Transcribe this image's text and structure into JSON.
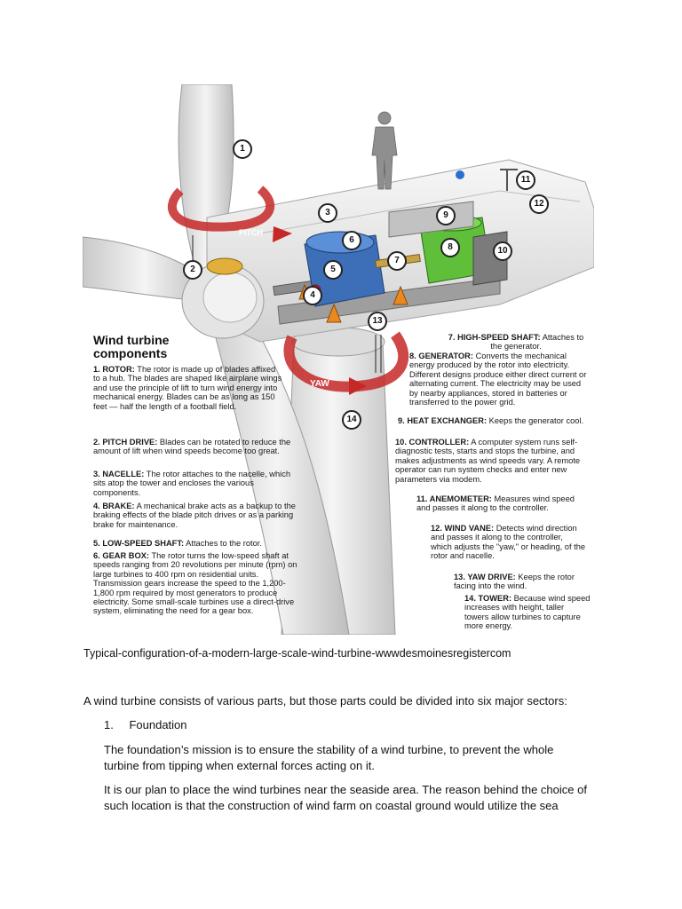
{
  "figure": {
    "header": "Wind turbine components",
    "badges": [
      "1",
      "2",
      "3",
      "4",
      "5",
      "6",
      "7",
      "8",
      "9",
      "10",
      "11",
      "12",
      "13",
      "14"
    ],
    "pitch_label": "PITCH",
    "yaw_label": "YAW",
    "components": [
      {
        "title": "1. ROTOR:",
        "text": "The rotor is made up of blades affixed to a hub. The blades are shaped like airplane wings and use the principle of lift to turn wind energy into mechanical energy. Blades can be as long as 150 feet — half the length of a football field."
      },
      {
        "title": "2. PITCH DRIVE:",
        "text": "Blades can be rotated to reduce the amount of lift when wind speeds become too great."
      },
      {
        "title": "3. NACELLE:",
        "text": "The rotor attaches to the nacelle, which sits atop the tower and encloses the various components."
      },
      {
        "title": "4. BRAKE:",
        "text": "A mechanical brake acts as a backup to the braking effects of the blade pitch drives or as a parking brake for maintenance."
      },
      {
        "title": "5. LOW-SPEED SHAFT:",
        "text": "Attaches to the rotor."
      },
      {
        "title": "6. GEAR BOX:",
        "text": "The rotor turns the low-speed shaft at speeds ranging from 20 revolutions per minute (rpm) on large turbines to 400 rpm on residential units. Transmission gears increase the speed to the 1,200-1,800 rpm required by most generators to produce electricity. Some small-scale turbines use a direct-drive system, eliminating the need for a gear box."
      },
      {
        "title": "7. HIGH-SPEED SHAFT:",
        "text": "Attaches to the generator."
      },
      {
        "title": "8. GENERATOR:",
        "text": "Converts the mechanical energy produced by the rotor into electricity. Different designs produce either direct current or alternating current. The electricity may be used by nearby appliances, stored in batteries or transferred to the power grid."
      },
      {
        "title": "9. HEAT EXCHANGER:",
        "text": "Keeps the generator cool."
      },
      {
        "title": "10. CONTROLLER:",
        "text": "A computer system runs self-diagnostic tests, starts and stops the turbine, and makes adjustments as wind speeds vary. A remote operator can run system checks and enter new parameters via modem."
      },
      {
        "title": "11. ANEMOMETER:",
        "text": "Measures wind speed and passes it along to the controller."
      },
      {
        "title": "12. WIND VANE:",
        "text": "Detects wind direction and passes it along to the controller, which adjusts the \"yaw,\" or heading, of the rotor and nacelle."
      },
      {
        "title": "13. YAW DRIVE:",
        "text": "Keeps the rotor facing into the wind."
      },
      {
        "title": "14. TOWER:",
        "text": "Because wind speed increases with height, taller towers allow turbines to capture more energy."
      }
    ]
  },
  "caption": "Typical-configuration-of-a-modern-large-scale-wind-turbine-wwwdesmoinesregistercom",
  "intro": "A wind turbine consists of various parts, but those parts could be divided into six major sectors:",
  "list_item_number": "1.",
  "list_item_label": "Foundation",
  "para1": "The foundation’s mission is to ensure the stability of a wind turbine, to prevent the whole turbine from tipping when external forces acting on it.",
  "para2": "It is our plan to place the wind turbines near the seaside area. The reason behind the choice of such location is that the construction of wind farm on coastal ground would utilize the sea"
}
